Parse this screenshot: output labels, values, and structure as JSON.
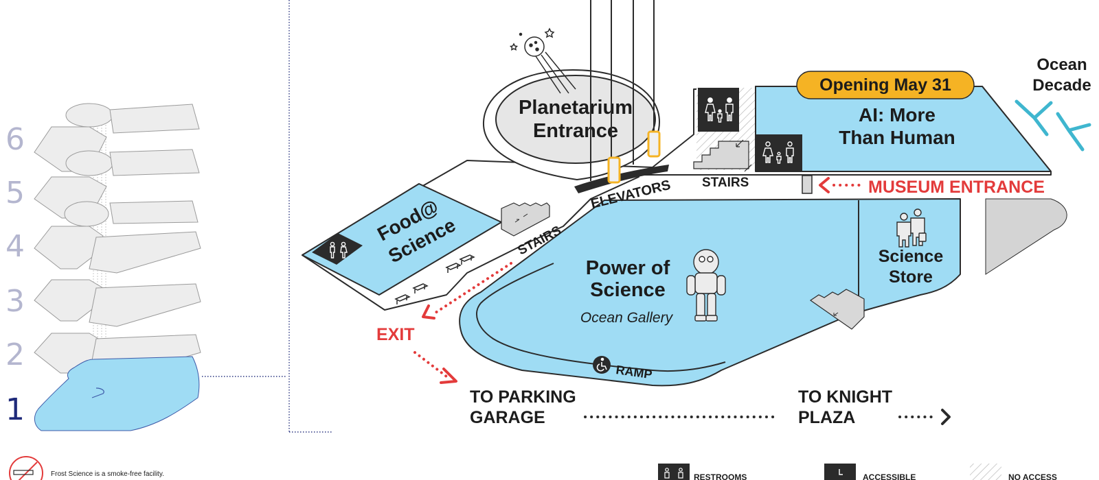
{
  "floors": [
    "6",
    "5",
    "4",
    "3",
    "2",
    "1"
  ],
  "labels": {
    "planetarium_line1": "Planetarium",
    "planetarium_line2": "Entrance",
    "elevators": "ELEVATORS",
    "stairs_top": "STAIRS",
    "stairs_left": "STAIRS",
    "opening_badge": "Opening May 31",
    "ai_line1": "AI: More",
    "ai_line2": "Than Human",
    "ocean_line1": "Ocean",
    "ocean_line2": "Decade",
    "museum_entrance": "MUSEUM ENTRANCE",
    "food_line1": "Food@",
    "food_line2": "Science",
    "power_line1": "Power of",
    "power_line2": "Science",
    "power_sub": "Ocean Gallery",
    "store_line1": "Science",
    "store_line2": "Store",
    "exit": "EXIT",
    "ramp": "RAMP",
    "parking_line1": "TO PARKING",
    "parking_line2": "GARAGE",
    "knight_line1": "TO KNIGHT",
    "knight_line2": "PLAZA"
  },
  "footer": {
    "smoke_text": "Frost Science is a smoke-free facility.",
    "legend": {
      "restrooms": "RESTROOMS",
      "accessible": "ACCESSIBLE",
      "no_access": "NO ACCESS"
    }
  },
  "colors": {
    "gallery_blue": "#9fdcf4",
    "floor_gray": "#ededed",
    "accent_red": "#e33b3b",
    "badge_yellow": "#f5b324",
    "dark": "#2b2b2b",
    "floor_indicator": "#b4b6cf",
    "current_floor": "#1f2a7a"
  },
  "icons": [
    "restroom-icon",
    "accessible-icon",
    "no-smoking-icon",
    "astronaut-diving-suit-icon",
    "family-icon",
    "comet-icon",
    "stairs-icon",
    "elevator-door-icon",
    "bench-icon",
    "sculpture-icon"
  ]
}
